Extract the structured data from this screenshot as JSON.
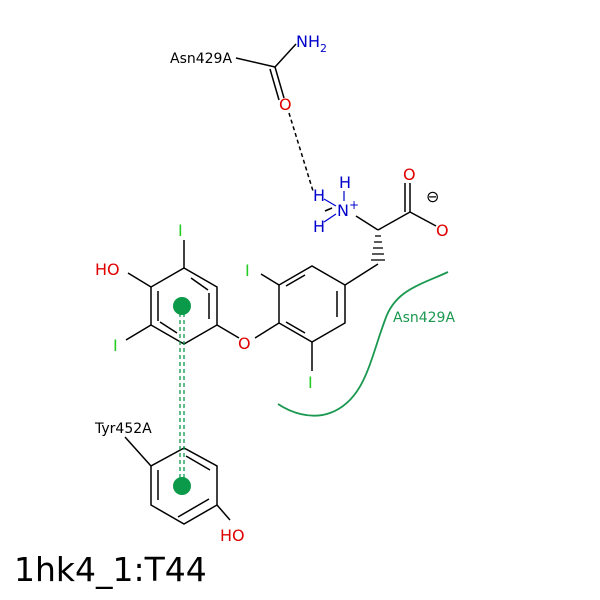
{
  "title": "1hk4_1:T44",
  "residues": {
    "asn_top": "Asn429A",
    "asn_curve": "Asn429A",
    "tyr": "Tyr452A"
  },
  "atoms": {
    "amide_n": "NH",
    "amide_n_sub": "2",
    "amide_o": "O",
    "ammonium_n": "N",
    "ammonium_charge": "+",
    "ammonium_h_top": "H",
    "ammonium_h_left1": "H",
    "ammonium_h_left2": "H",
    "carboxyl_o1": "O",
    "carboxyl_o2": "O",
    "carboxyl_charge": "⊖",
    "ho_left": "HO",
    "iodine_top": "I",
    "iodine_left": "I",
    "iodine_mid_top": "I",
    "iodine_mid_bottom": "I",
    "ether_o": "O",
    "tyr_oh": "HO"
  },
  "colors": {
    "carbon": "#000000",
    "oxygen": "#e00000",
    "nitrogen": "#0000cc",
    "iodine": "#22cc22",
    "hydrophobic": "#1a9850",
    "pi_stack": "#0a9a4a"
  }
}
